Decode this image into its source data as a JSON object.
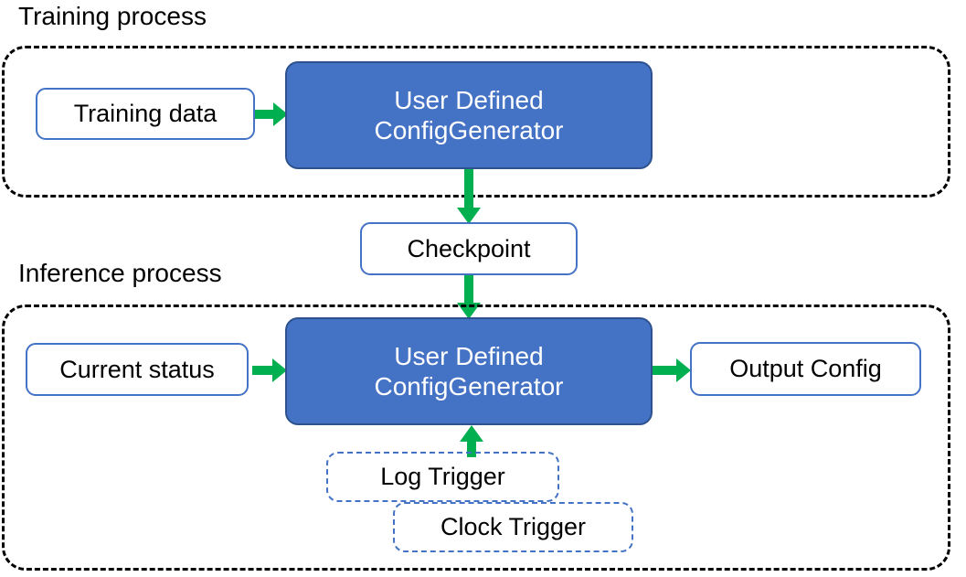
{
  "diagram": {
    "title_visible": false,
    "colors": {
      "process_fill": "#4472C4",
      "process_stroke": "#2F528F",
      "node_stroke": "#4472C4",
      "arrow": "#00B050",
      "section_stroke": "#000000",
      "background": "#FFFFFF"
    },
    "sections": [
      {
        "id": "training",
        "label": "Training process"
      },
      {
        "id": "inference",
        "label": "Inference process"
      }
    ],
    "nodes": [
      {
        "id": "training-data",
        "label": "Training data",
        "type": "data"
      },
      {
        "id": "train-generator",
        "line1": "User Defined",
        "line2": "ConfigGenerator",
        "type": "process"
      },
      {
        "id": "checkpoint",
        "label": "Checkpoint",
        "type": "data"
      },
      {
        "id": "current-status",
        "label": "Current status",
        "type": "data"
      },
      {
        "id": "infer-generator",
        "line1": "User Defined",
        "line2": "ConfigGenerator",
        "type": "process"
      },
      {
        "id": "output-config",
        "label": "Output Config",
        "type": "data"
      },
      {
        "id": "log-trigger",
        "label": "Log Trigger",
        "type": "trigger"
      },
      {
        "id": "clock-trigger",
        "label": "Clock Trigger",
        "type": "trigger"
      }
    ],
    "edges": [
      {
        "id": "e1",
        "from": "training-data",
        "to": "train-generator",
        "direction": "right"
      },
      {
        "id": "e2",
        "from": "train-generator",
        "to": "checkpoint",
        "direction": "down"
      },
      {
        "id": "e3",
        "from": "checkpoint",
        "to": "infer-generator",
        "direction": "down"
      },
      {
        "id": "e4",
        "from": "current-status",
        "to": "infer-generator",
        "direction": "right"
      },
      {
        "id": "e5",
        "from": "infer-generator",
        "to": "output-config",
        "direction": "right"
      },
      {
        "id": "e6",
        "from": "log-trigger",
        "to": "infer-generator",
        "direction": "up"
      }
    ]
  }
}
